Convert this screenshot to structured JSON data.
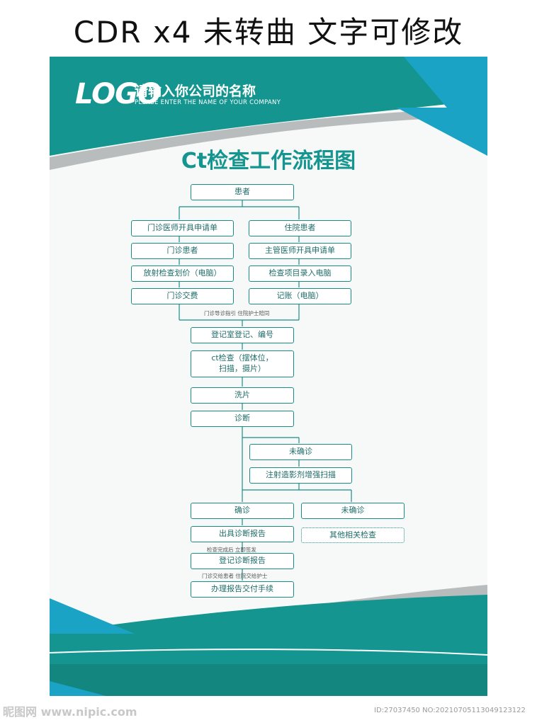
{
  "banner": {
    "text": "CDR x4 未转曲 文字可修改"
  },
  "header": {
    "logo": "LOGO",
    "company_name": "请输入你公司的名称",
    "company_name_en": "PLEASE ENTER THE NAME OF YOUR COMPANY"
  },
  "title": "Ct检查工作流程图",
  "flow": {
    "patient": "患者",
    "left": [
      "门诊医师开具申请单",
      "门诊患者",
      "放射检查划价（电脑）",
      "门诊交费"
    ],
    "right": [
      "住院患者",
      "主管医师开具申请单",
      "检查项目录入电脑",
      "记账（电脑）"
    ],
    "note_guide": "门诊导诊指引  住院护士陪同",
    "register": "登记室登记、编号",
    "ct_exam_line1": "ct检查（摆体位，",
    "ct_exam_line2": "扫描，摄片）",
    "develop": "洗片",
    "diagnose": "诊断",
    "unconfirmed_1": "未确诊",
    "contrast_scan": "注射造影剂增强扫描",
    "confirmed": "确诊",
    "unconfirmed_2": "未确诊",
    "report": "出具诊断报告",
    "other_exams": "其他相关检查",
    "note_review": "检查完成后  立即签发",
    "register_report": "登记诊断报告",
    "note_deliver": "门诊交给患者  住院交给护士",
    "delivery": "办理报告交付手续"
  },
  "footer": {
    "site": "昵图网 www.nipic.com",
    "id": "ID:27037450 NO:20210705113049123122"
  },
  "colors": {
    "teal": "#14958f",
    "cyan": "#1aa3c4",
    "grey": "#b9bcbd",
    "box_border": "#1a8c86"
  }
}
